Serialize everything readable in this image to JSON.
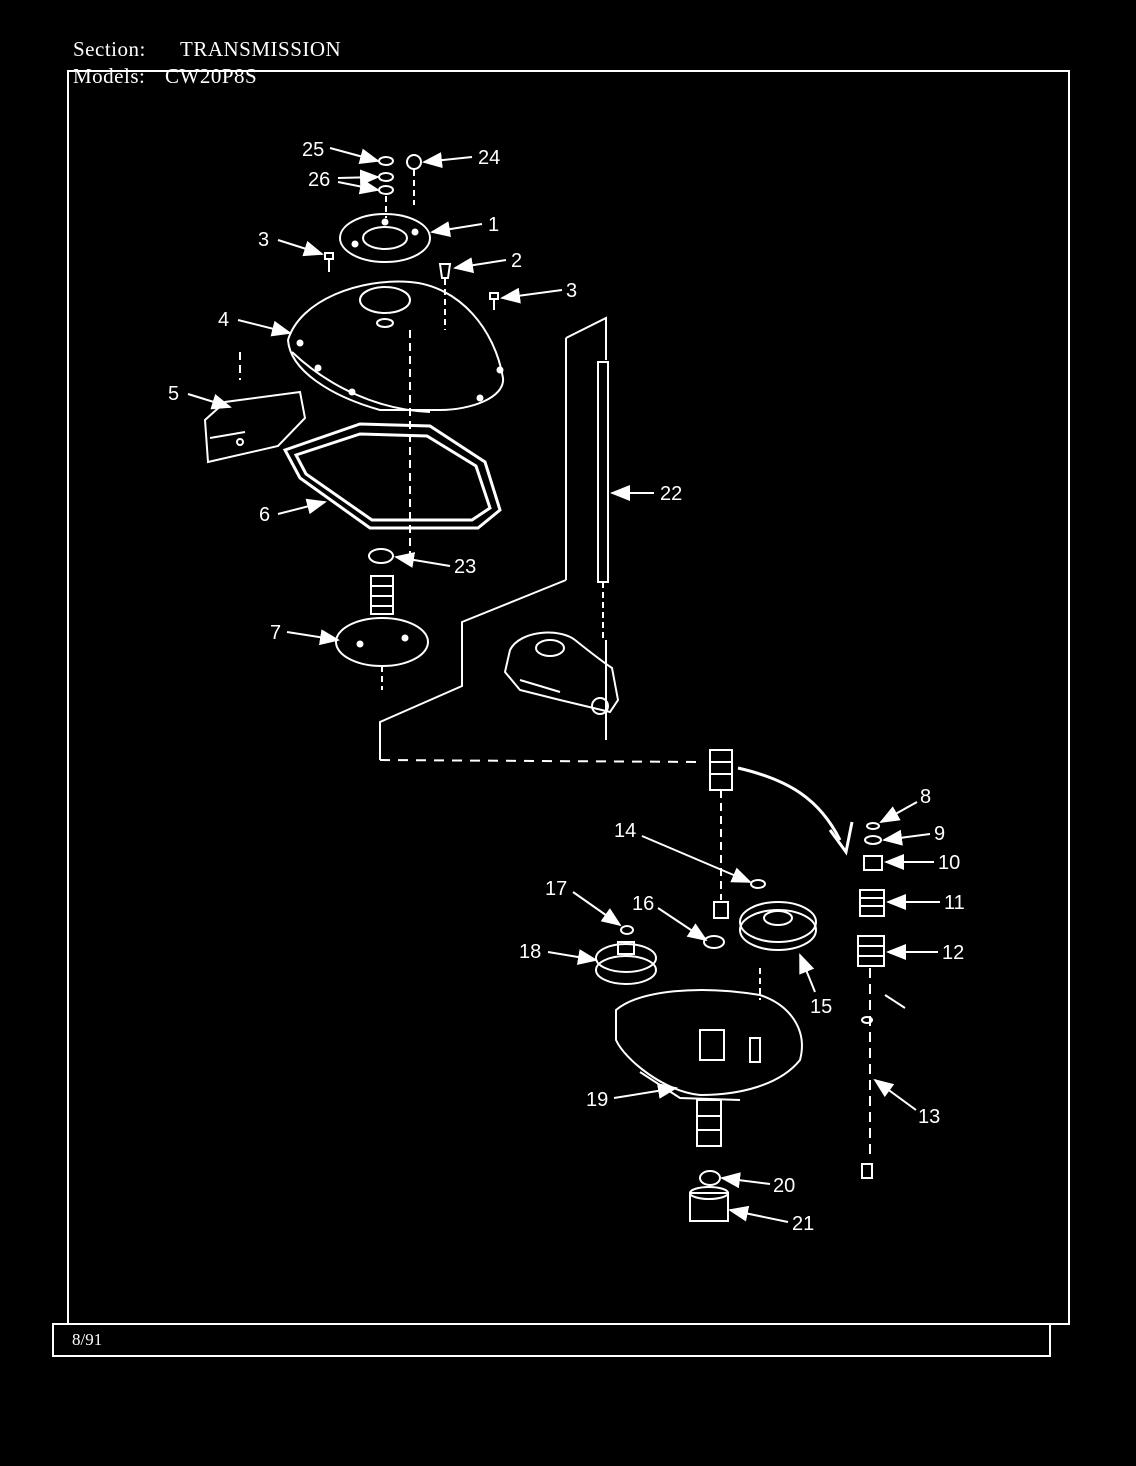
{
  "header": {
    "section_label": "Section:",
    "section_value": "TRANSMISSION",
    "models_label": "Models:",
    "models_value": "CW20P8S"
  },
  "footer": {
    "date": "8/91"
  },
  "parts": {
    "p1": "1",
    "p2": "2",
    "p3a": "3",
    "p3b": "3",
    "p4": "4",
    "p5": "5",
    "p6": "6",
    "p7": "7",
    "p8": "8",
    "p9": "9",
    "p10": "10",
    "p11": "11",
    "p12": "12",
    "p13": "13",
    "p14": "14",
    "p15": "15",
    "p16": "16",
    "p17": "17",
    "p18": "18",
    "p19": "19",
    "p20": "20",
    "p21": "21",
    "p22": "22",
    "p23": "23",
    "p24": "24",
    "p25": "25",
    "p26": "26"
  },
  "colors": {
    "background": "#000000",
    "ink": "#ffffff"
  }
}
